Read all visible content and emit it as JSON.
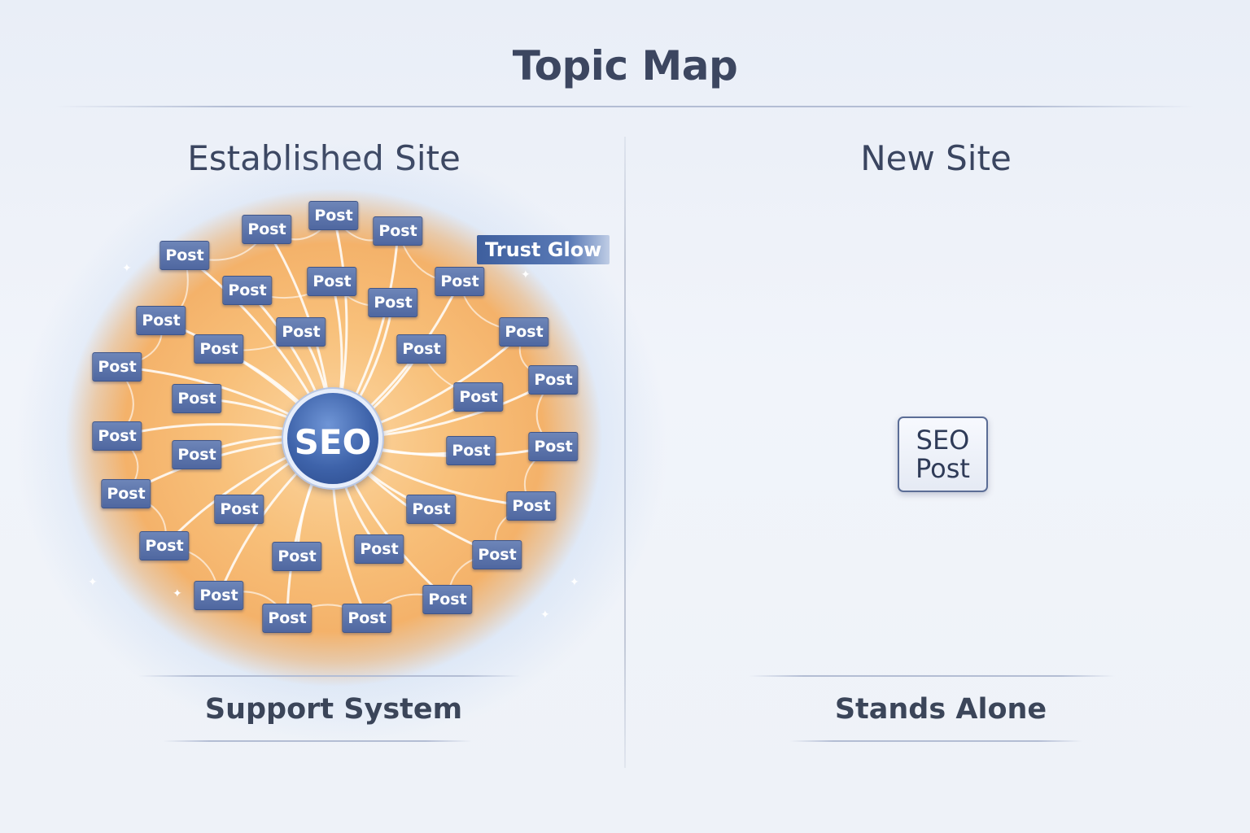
{
  "title": "Topic Map",
  "established": {
    "heading": "Established Site",
    "hub_label": "SEO",
    "post_label": "Post",
    "tag": "Trust Glow",
    "footer": "Support System"
  },
  "new_site": {
    "heading": "New Site",
    "box_line1": "SEO",
    "box_line2": "Post",
    "footer": "Stands Alone"
  },
  "colors": {
    "title": "#3c4660",
    "post_fill": "#5a72a8",
    "hub_fill": "#3e63aa",
    "glow_orange": "#f8c07a",
    "halo_blue": "#a9c4ee"
  },
  "icons": [
    "sparkle-icon"
  ]
}
